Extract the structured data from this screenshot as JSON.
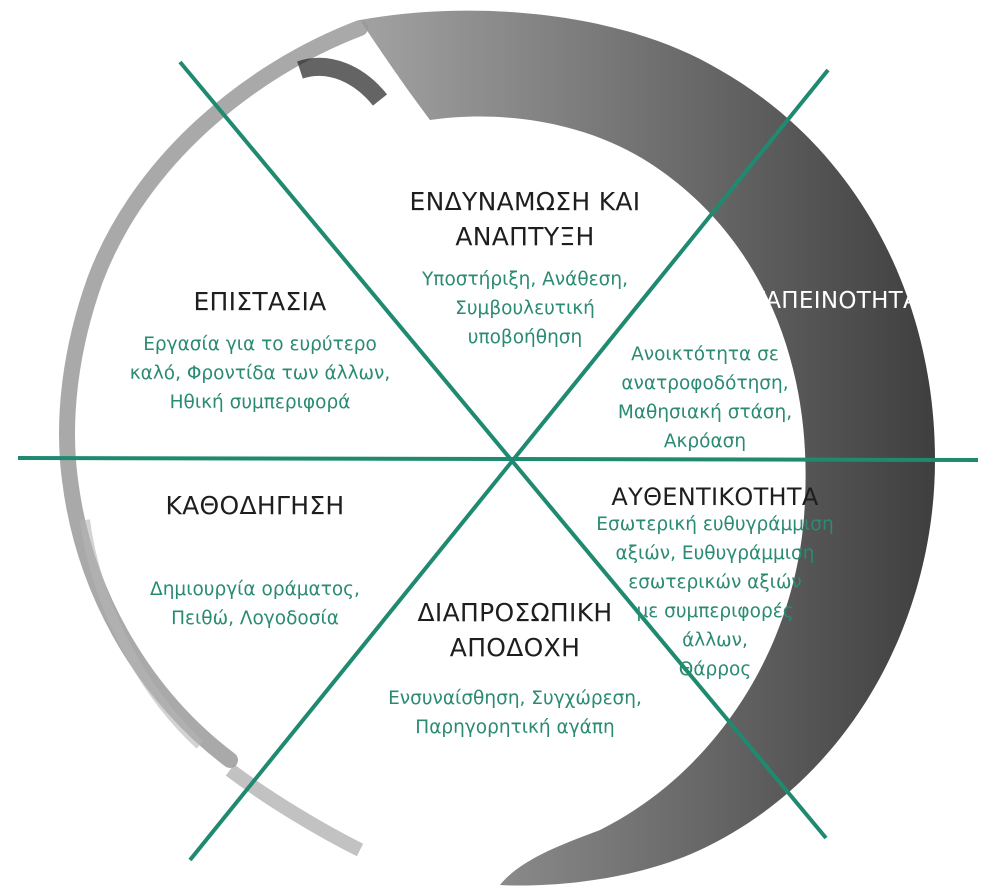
{
  "colors": {
    "line": "#1f8a70",
    "text": "#1e1e1e",
    "accent": "#2a8a72",
    "ring": "#3a3a3a"
  },
  "segments": {
    "empowerment": {
      "title": "ΕΝΔΥΝΑΜΩΣΗ ΚΑΙ\nΑΝΑΠΤΥΞΗ",
      "desc": "Υποστήριξη, Ανάθεση,\nΣυμβουλευτική\nυποβοήθηση"
    },
    "stewardship": {
      "title": "ΕΠΙΣΤΑΣΙΑ",
      "desc": "Εργασία για το ευρύτερο\nκαλό, Φροντίδα των άλλων,\nΗθική συμπεριφορά"
    },
    "humility": {
      "title": "ΤΑΠΕΙΝΟΤΗΤΑ",
      "desc": "Ανοικτότητα σε\nανατροφοδότηση,\nΜαθησιακή στάση,\nΑκρόαση"
    },
    "guidance": {
      "title": "ΚΑΘΟΔΗΓΗΣΗ",
      "desc": "Δημιουργία οράματος,\nΠειθώ, Λογοδοσία"
    },
    "authenticity": {
      "title": "ΑΥΘΕΝΤΙΚΟΤΗΤΑ",
      "desc": "Εσωτερική ευθυγράμμιση\nαξιών, Ευθυγράμμιση\nεσωτερικών αξιών\nμε συμπεριφορές\nάλλων,\nΘάρρος"
    },
    "acceptance": {
      "title": "ΔΙΑΠΡΟΣΩΠΙΚΗ\nΑΠΟΔΟΧΗ",
      "desc": "Ενσυναίσθηση, Συγχώρεση,\nΠαρηγορητική αγάπη"
    }
  }
}
